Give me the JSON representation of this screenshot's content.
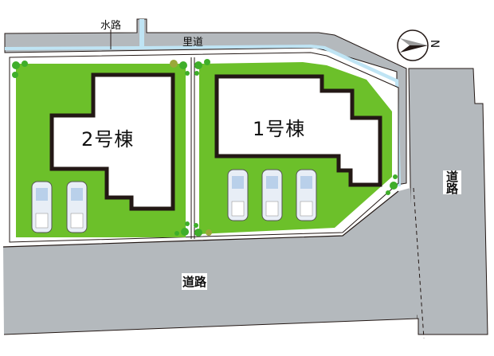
{
  "plan": {
    "type": "site-plan",
    "colors": {
      "road": "#b4b9bd",
      "waterway": "#bfe4f4",
      "lawn": "#6cc02a",
      "building": "#ffffff",
      "outline": "#231815",
      "plot_border": "#ffffff"
    },
    "labels": {
      "waterway": "水路",
      "side_road_top": "里道",
      "road_right": "道路",
      "road_bottom": "道路",
      "building_1": "1号棟",
      "building_2": "2号棟",
      "compass_north": "N"
    },
    "lots": [
      {
        "name": "2号棟",
        "parking_spaces": 2
      },
      {
        "name": "1号棟",
        "parking_spaces": 3
      }
    ],
    "compass": {
      "direction": "north-points-right",
      "letter": "N"
    }
  }
}
